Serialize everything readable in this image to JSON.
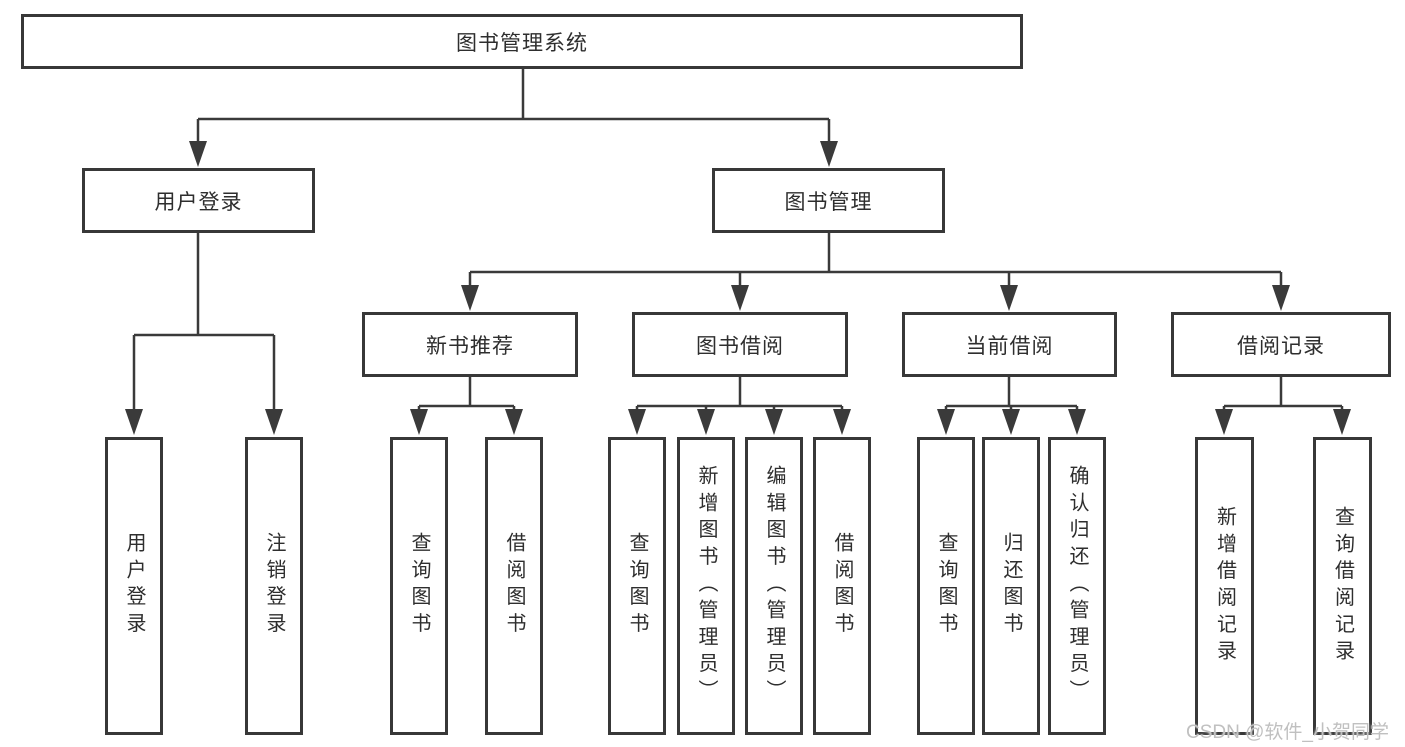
{
  "diagram": {
    "title": "图书管理系统",
    "level2": [
      {
        "label": "用户登录",
        "children": [
          "用户登录",
          "注销登录"
        ]
      },
      {
        "label": "图书管理",
        "sections": [
          {
            "label": "新书推荐",
            "children": [
              "查询图书",
              "借阅图书"
            ]
          },
          {
            "label": "图书借阅",
            "children": [
              "查询图书",
              "新增图书（管理员）",
              "编辑图书（管理员）",
              "借阅图书"
            ]
          },
          {
            "label": "当前借阅",
            "children": [
              "查询图书",
              "归还图书",
              "确认归还（管理员）"
            ]
          },
          {
            "label": "借阅记录",
            "children": [
              "新增借阅记录",
              "查询借阅记录"
            ]
          }
        ]
      }
    ]
  },
  "watermark": "CSDN @软件_小贺同学",
  "colors": {
    "line": "#3a3a3a",
    "border": "#383838",
    "text": "#2e2e2e",
    "watermark": "#c0c0c0",
    "node_fill": "#ffffff",
    "background": "#ffffff"
  }
}
